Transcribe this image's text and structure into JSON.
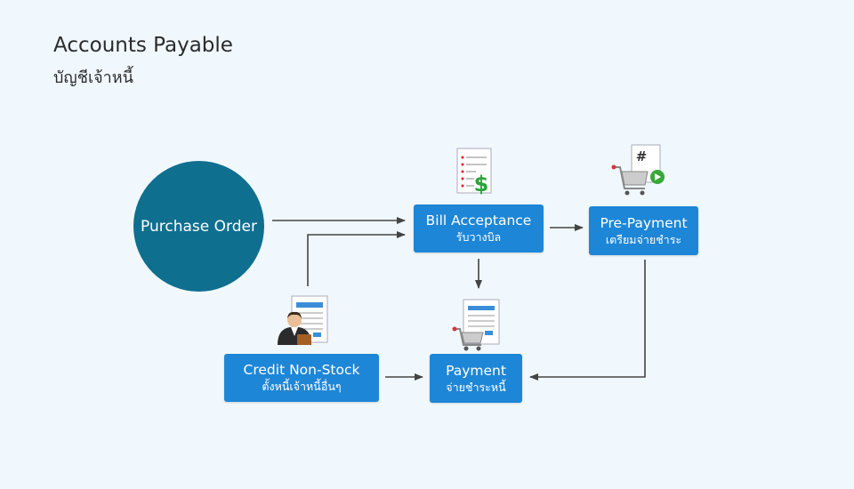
{
  "page": {
    "title": "Accounts Payable",
    "subtitle": "บัญชีเจ้าหนี้"
  },
  "nodes": {
    "purchase_order": {
      "label": "Purchase Order"
    },
    "bill_acceptance": {
      "label": "Bill Acceptance",
      "sublabel": "รับวางบิล"
    },
    "pre_payment": {
      "label": "Pre-Payment",
      "sublabel": "เตรียมจ่ายชำระ"
    },
    "credit_non_stock": {
      "label": "Credit Non-Stock",
      "sublabel": "ตั้งหนี้เจ้าหนี้อื่นๆ"
    },
    "payment": {
      "label": "Payment",
      "sublabel": "จ่ายชำระหนี้"
    }
  },
  "icons": {
    "bill": "invoice-dollar-icon",
    "prepay": "cart-hash-document-icon",
    "credit": "businessman-document-icon",
    "payment": "cart-document-icon"
  },
  "colors": {
    "background": "#f0f8fd",
    "box": "#1e86d6",
    "circle": "#0f6f8f",
    "arrow": "#444444",
    "dollar": "#2aa33a"
  }
}
